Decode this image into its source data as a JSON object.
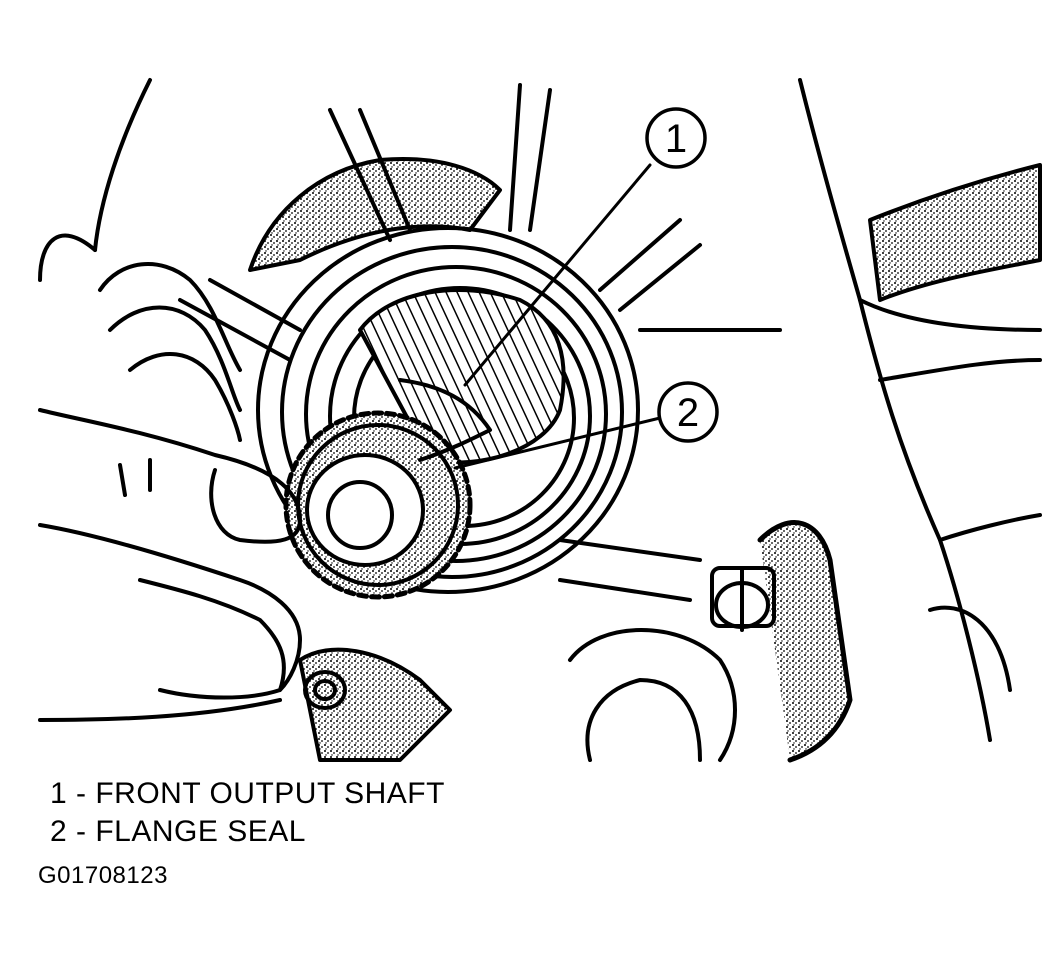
{
  "callouts": [
    {
      "number": "1"
    },
    {
      "number": "2"
    }
  ],
  "legend": [
    {
      "text": "1 - FRONT OUTPUT SHAFT"
    },
    {
      "text": "2 - FLANGE SEAL"
    }
  ],
  "figure_id": "G01708123",
  "colors": {
    "ink": "#000000",
    "paper": "#ffffff",
    "stipple": "#555555"
  }
}
